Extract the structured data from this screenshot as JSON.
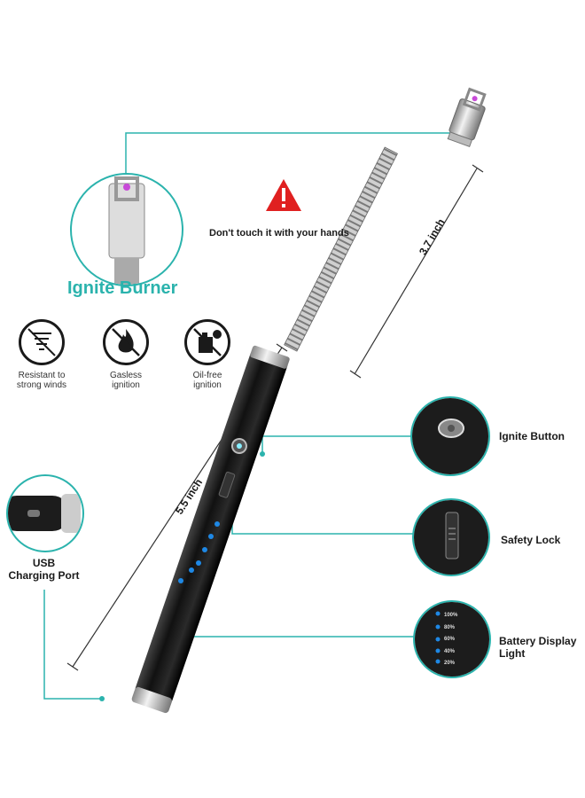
{
  "warning": {
    "text": "Don't touch it with your hands",
    "icon": "warning-triangle-icon"
  },
  "ignite_burner": {
    "label": "Ignite Burner"
  },
  "dimensions": {
    "neck": "3.7 inch",
    "body": "5.5 inch"
  },
  "features": [
    {
      "icon": "wind-icon",
      "label_1": "Resistant to",
      "label_2": "strong winds"
    },
    {
      "icon": "flame-icon",
      "label_1": "Gasless",
      "label_2": "ignition"
    },
    {
      "icon": "oil-can-icon",
      "label_1": "Oil-free",
      "label_2": "ignition"
    }
  ],
  "callouts": {
    "ignite_button": "Ignite Button",
    "safety_lock": "Safety Lock",
    "battery_line1": "Battery Display",
    "battery_line2": "Light",
    "usb_line1": "USB",
    "usb_line2": "Charging Port"
  },
  "battery_levels": [
    "100%",
    "80%",
    "60%",
    "40%",
    "20%"
  ],
  "colors": {
    "accent": "#2bb3ad",
    "warning": "#e02020",
    "led": "#1e88e5",
    "body": "#1c1c1c"
  }
}
